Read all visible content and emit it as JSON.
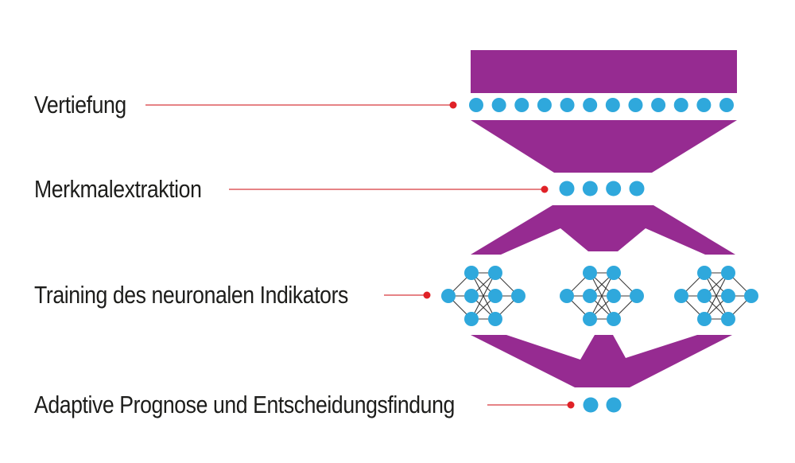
{
  "labels": {
    "vertiefung": "Vertiefung",
    "merkmalextraktion": "Merkmalextraktion",
    "training": "Training des neuronalen Indikators",
    "adaptive": "Adaptive Prognose und Entscheidungsfindung"
  },
  "network": {
    "input_neurons": 12,
    "feature_neurons": 4,
    "parallel_networks": 3,
    "network_layer_sizes": [
      1,
      3,
      3,
      1
    ],
    "output_neurons": 2
  },
  "colors": {
    "funnel": "#962b91",
    "neuron": "#2fa8dc",
    "leader_line": "#dd5a5e",
    "leader_dot": "#e02127",
    "edge": "#3a3a3a",
    "text": "#1d1d1b"
  }
}
